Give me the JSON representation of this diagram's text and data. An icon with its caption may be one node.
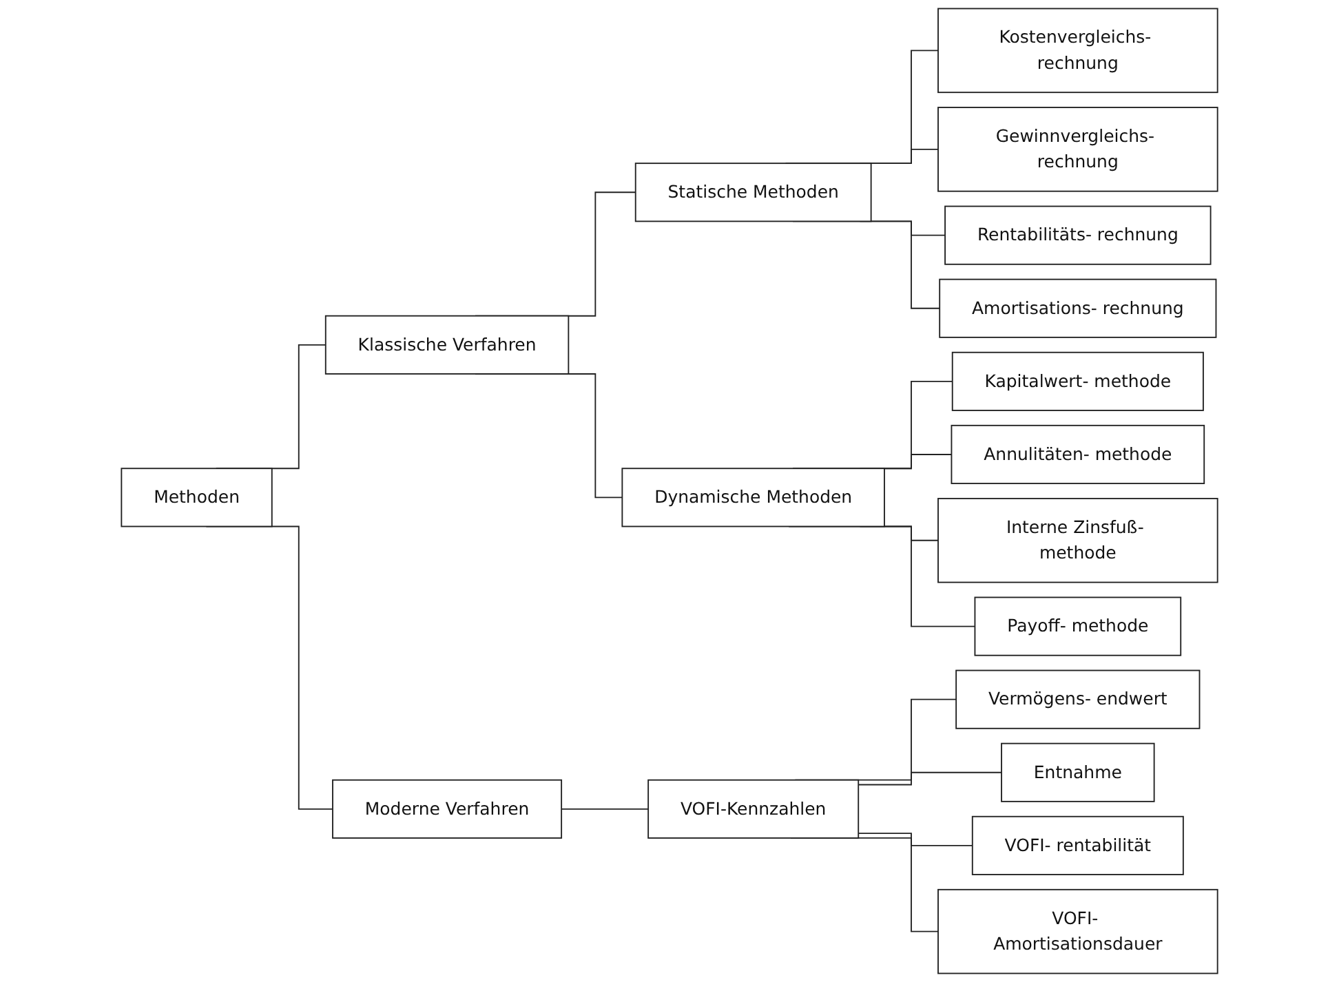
{
  "diagram": {
    "nodes": [
      {
        "text": [
          "Methoden"
        ]
      },
      {
        "text": [
          "Klassische Verfahren"
        ]
      },
      {
        "text": [
          "Moderne Verfahren"
        ]
      },
      {
        "text": [
          "Statische Methoden"
        ]
      },
      {
        "text": [
          "Dynamische Methoden"
        ]
      },
      {
        "text": [
          "VOFI-Kennzahlen"
        ]
      },
      {
        "text": [
          "Kostenvergleichs- rechnung"
        ]
      },
      {
        "text": [
          "Gewinnvergleichs- rechnung"
        ]
      },
      {
        "text": [
          "Rentabilitäts- rechnung"
        ]
      },
      {
        "text": [
          "Amortisations- rechnung"
        ]
      },
      {
        "text": [
          "Kapitalwert- methode"
        ]
      },
      {
        "text": [
          "Annulitäten- methode"
        ]
      },
      {
        "text": [
          "Interne Zinsfuß- methode"
        ]
      },
      {
        "text": [
          "Payoff- methode"
        ]
      },
      {
        "text": [
          "Vermögens- endwert"
        ]
      },
      {
        "text": [
          "Entnahme"
        ]
      },
      {
        "text": [
          "VOFI- rentabilität"
        ]
      },
      {
        "text": [
          "VOFI- Amortisationsdauer"
        ]
      }
    ],
    "edges": [
      {
        "from": 0,
        "to": 1,
        "arrow": "none"
      },
      {
        "from": 0,
        "to": 2,
        "arrow": "none"
      },
      {
        "from": 1,
        "to": 3,
        "arrow": "none"
      },
      {
        "from": 1,
        "to": 4,
        "arrow": "none"
      },
      {
        "from": 2,
        "to": 5,
        "arrow": "none"
      },
      {
        "from": 3,
        "to": 6,
        "arrow": "none"
      },
      {
        "from": 3,
        "to": 7,
        "arrow": "none"
      },
      {
        "from": 3,
        "to": 8,
        "arrow": "none"
      },
      {
        "from": 3,
        "to": 9,
        "arrow": "none"
      },
      {
        "from": 4,
        "to": 10,
        "arrow": "none"
      },
      {
        "from": 4,
        "to": 11,
        "arrow": "none"
      },
      {
        "from": 4,
        "to": 12,
        "arrow": "none"
      },
      {
        "from": 4,
        "to": 13,
        "arrow": "none"
      },
      {
        "from": 5,
        "to": 14,
        "arrow": "none"
      },
      {
        "from": 5,
        "to": 15,
        "arrow": "none"
      },
      {
        "from": 5,
        "to": 16,
        "arrow": "none"
      },
      {
        "from": 5,
        "to": 17,
        "arrow": "none"
      }
    ]
  }
}
